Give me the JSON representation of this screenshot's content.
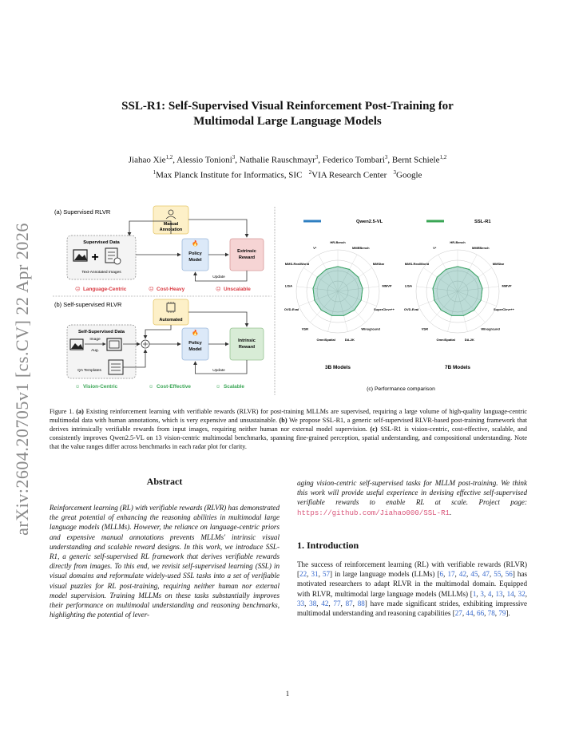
{
  "arxiv_stamp": "arXiv:2604.20705v1  [cs.CV]  22 Apr 2026",
  "title_line1": "SSL-R1: Self-Supervised Visual Reinforcement Post-Training for",
  "title_line2": "Multimodal Large Language Models",
  "authors_line": "Jiahao Xie",
  "authors": [
    {
      "name": "Jiahao Xie",
      "sup": "1,2"
    },
    {
      "name": "Alessio Tonioni",
      "sup": "3"
    },
    {
      "name": "Nathalie Rauschmayr",
      "sup": "3"
    },
    {
      "name": "Federico Tombari",
      "sup": "3"
    },
    {
      "name": "Bernt Schiele",
      "sup": "1,2"
    }
  ],
  "affiliations": [
    {
      "sup": "1",
      "name": "Max Planck Institute for Informatics, SIC"
    },
    {
      "sup": "2",
      "name": "VIA Research Center"
    },
    {
      "sup": "3",
      "name": "Google"
    }
  ],
  "figure": {
    "panel_a": {
      "label": "(a) Supervised RLVR",
      "manual_annotation": [
        "Manual",
        "Annotation"
      ],
      "supervised_data": "Supervised Data",
      "text_annotated_images": "Text-Annotated Images",
      "policy_model": [
        "Policy",
        "Model"
      ],
      "extrinsic_reward": [
        "Extrinsic",
        "Reward"
      ],
      "update": "Update",
      "drawbacks": [
        "Language-Centric",
        "Cost-Heavy",
        "Unscalable"
      ]
    },
    "panel_b": {
      "label": "(b) Self-supervised RLVR",
      "automated": "Automated",
      "ssl_data": "Self-Supervised Data",
      "image_aug": [
        "Image",
        "Aug."
      ],
      "qa_templates": "QA Templates",
      "policy_model": [
        "Policy",
        "Model"
      ],
      "intrinsic_reward": [
        "Intrinsic",
        "Reward"
      ],
      "update": "Update",
      "benefits": [
        "Vision-Centric",
        "Cost-Effective",
        "Scalable"
      ]
    },
    "panel_c": {
      "label": "(c) Performance comparison",
      "legend": [
        "Qwen2.5-VL",
        "SSL-R1"
      ],
      "subtitles": [
        "3B Models",
        "7B Models"
      ],
      "axes": [
        "HR-Bench",
        "MMEBench",
        "MMStar",
        "MMVP",
        "SuperClevr++",
        "Winoground",
        "DA-2K",
        "OmniSpatial",
        "VSR",
        "OVD-Eval",
        "LISA",
        "MMS-RealWorld",
        "V*"
      ]
    }
  },
  "chart_data": {
    "type": "radar",
    "note_values_placeholder": true,
    "axes": [
      "HR-Bench",
      "MMEBench",
      "MMStar",
      "MMVP",
      "SuperClevr++",
      "Winoground",
      "DA-2K",
      "OmniSpatial",
      "VSR",
      "OVD-Eval",
      "LISA",
      "MMS-RealWorld",
      "V*"
    ],
    "charts": [
      {
        "title": "3B Models",
        "series": [
          {
            "name": "Qwen2.5-VL",
            "values": [
              60,
              60,
              60,
              60,
              60,
              60,
              60,
              60,
              60,
              60,
              60,
              60,
              60
            ]
          },
          {
            "name": "SSL-R1",
            "values": [
              60,
              60,
              60,
              60,
              60,
              60,
              60,
              60,
              60,
              60,
              60,
              60,
              60
            ]
          }
        ]
      },
      {
        "title": "7B Models",
        "series": [
          {
            "name": "Qwen2.5-VL",
            "values": [
              60,
              60,
              60,
              60,
              60,
              60,
              60,
              60,
              60,
              60,
              60,
              60,
              60
            ]
          },
          {
            "name": "SSL-R1",
            "values": [
              60,
              60,
              60,
              60,
              60,
              60,
              60,
              60,
              60,
              60,
              60,
              60,
              60
            ]
          }
        ]
      }
    ],
    "colors": {
      "Qwen2.5-VL": "#2f7fc1",
      "SSL-R1": "#3aa655"
    }
  },
  "caption": {
    "lead": "Figure 1.",
    "a_tag": "(a)",
    "a_text": " Existing reinforcement learning with verifiable rewards (RLVR) for post-training MLLMs are supervised, requiring a large volume of high-quality language-centric multimodal data with human annotations, which is very expensive and unsustainable. ",
    "b_tag": "(b)",
    "b_text": " We propose SSL-R1, a generic self-supervised RLVR-based post-training framework that derives intrinsically verifiable rewards from input images, requiring neither human nor external model supervision. ",
    "c_tag": "(c)",
    "c_text": " SSL-R1 is vision-centric, cost-effective, scalable, and consistently improves Qwen2.5-VL on 13 vision-centric multimodal benchmarks, spanning fine-grained perception, spatial understanding, and compositional understanding. Note that the value ranges differ across benchmarks in each radar plot for clarity."
  },
  "abstract": {
    "heading": "Abstract",
    "text": "Reinforcement learning (RL) with verifiable rewards (RLVR) has demonstrated the great potential of enhancing the reasoning abilities in multimodal large language models (MLLMs). However, the reliance on language-centric priors and expensive manual annotations prevents MLLMs' intrinsic visual understanding and scalable reward designs. In this work, we introduce SSL-R1, a generic self-supervised RL framework that derives verifiable rewards directly from images. To this end, we revisit self-supervised learning (SSL) in visual domains and reformulate widely-used SSL tasks into a set of verifiable visual puzzles for RL post-training, requiring neither human nor external model supervision. Training MLLMs on these tasks substantially improves their performance on multimodal understanding and reasoning benchmarks, highlighting the potential of lever-",
    "continuation": "aging vision-centric self-supervised tasks for MLLM post-training. We think this work will provide useful experience in devising effective self-supervised verifiable rewards to enable RL at scale. Project page: ",
    "url": "https://github.com/Jiahao000/SSL-R1",
    "url_end": "."
  },
  "intro": {
    "heading": "1. Introduction",
    "segments": [
      {
        "t": "The success of reinforcement learning (RL) with verifiable rewards (RLVR) ["
      },
      {
        "c": "22"
      },
      {
        "t": ", "
      },
      {
        "c": "31"
      },
      {
        "t": ", "
      },
      {
        "c": "57"
      },
      {
        "t": "] in large language models (LLMs) ["
      },
      {
        "c": "6"
      },
      {
        "t": ", "
      },
      {
        "c": "17"
      },
      {
        "t": ", "
      },
      {
        "c": "42"
      },
      {
        "t": ", "
      },
      {
        "c": "45"
      },
      {
        "t": ", "
      },
      {
        "c": "47"
      },
      {
        "t": ", "
      },
      {
        "c": "55"
      },
      {
        "t": ", "
      },
      {
        "c": "56"
      },
      {
        "t": "] has motivated researchers to adapt RLVR in the multimodal domain. Equipped with RLVR, multimodal large language models (MLLMs) ["
      },
      {
        "c": "1"
      },
      {
        "t": ", "
      },
      {
        "c": "3"
      },
      {
        "t": ", "
      },
      {
        "c": "4"
      },
      {
        "t": ", "
      },
      {
        "c": "13"
      },
      {
        "t": ", "
      },
      {
        "c": "14"
      },
      {
        "t": ", "
      },
      {
        "c": "32"
      },
      {
        "t": ", "
      },
      {
        "c": "33"
      },
      {
        "t": ", "
      },
      {
        "c": "38"
      },
      {
        "t": ", "
      },
      {
        "c": "42"
      },
      {
        "t": ", "
      },
      {
        "c": "77"
      },
      {
        "t": ", "
      },
      {
        "c": "87"
      },
      {
        "t": ", "
      },
      {
        "c": "88"
      },
      {
        "t": "] have made significant strides, exhibiting impressive multimodal understanding and reasoning capabilities ["
      },
      {
        "c": "27"
      },
      {
        "t": ", "
      },
      {
        "c": "44"
      },
      {
        "t": ", "
      },
      {
        "c": "66"
      },
      {
        "t": ", "
      },
      {
        "c": "78"
      },
      {
        "t": ", "
      },
      {
        "c": "79"
      },
      {
        "t": "]."
      }
    ]
  },
  "page_number": "1"
}
